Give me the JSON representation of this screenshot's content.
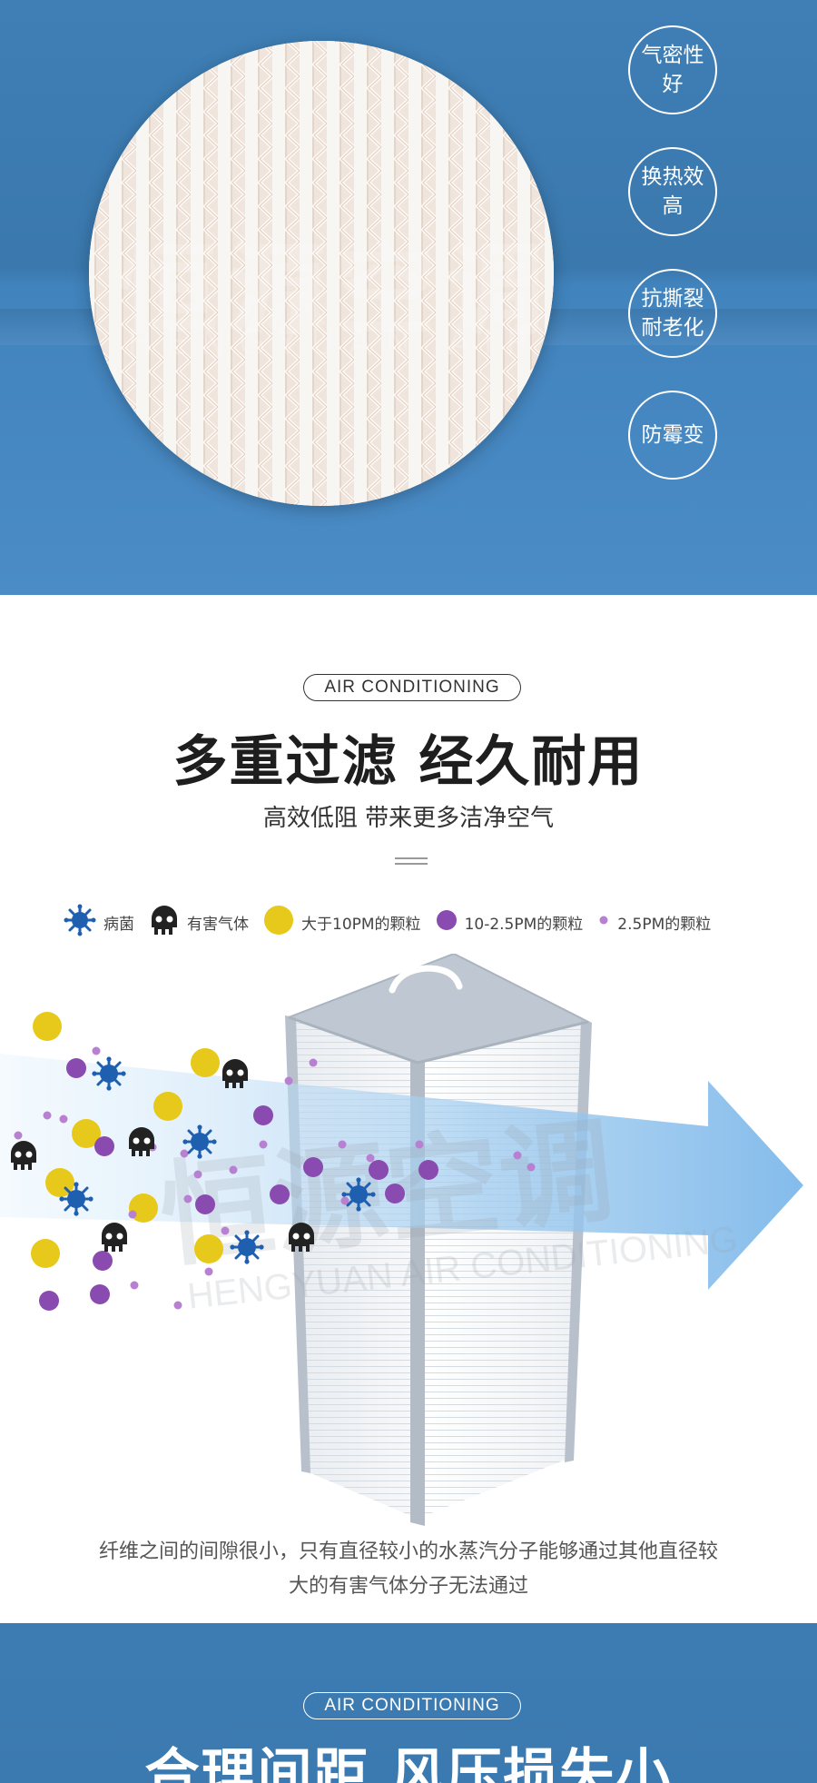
{
  "hero": {
    "features": [
      "气密性好",
      "换热效高",
      "抗撕裂耐老化",
      "防霉变"
    ],
    "watermark": "恒源空调",
    "watermark_sub": "HENGYUAN AIR"
  },
  "section_filter": {
    "tag": "AIR CONDITIONING",
    "title": "多重过滤 经久耐用",
    "subtitle": "高效低阻 带来更多洁净空气",
    "legend": [
      {
        "icon": "bacteria-icon",
        "label": "病菌",
        "color": "#1f5fb0"
      },
      {
        "icon": "skull-gas-icon",
        "label": "有害气体",
        "color": "#222222"
      },
      {
        "icon": "yellow-dot-icon",
        "label": "大于10PM的颗粒",
        "color": "#e6c91a"
      },
      {
        "icon": "purple-dot-icon",
        "label": "10-2.5PM的颗粒",
        "color": "#8a4bb0"
      },
      {
        "icon": "small-purple-dot-icon",
        "label": "2.5PM的颗粒",
        "color": "#b780d1"
      }
    ],
    "watermark": "恒源空调",
    "watermark_sub": "HENGYUAN AIR CONDITIONING",
    "caption_line1": "纤维之间的间隙很小，只有直径较小的水蒸汽分子能够通过其他直径较",
    "caption_line2": "大的有害气体分子无法通过"
  },
  "section_footer": {
    "tag": "AIR CONDITIONING",
    "title": "合理间距 风压损失小"
  },
  "colors": {
    "brand_blue": "#3f7fb6",
    "arrow_blue": "#8ec3ee"
  }
}
